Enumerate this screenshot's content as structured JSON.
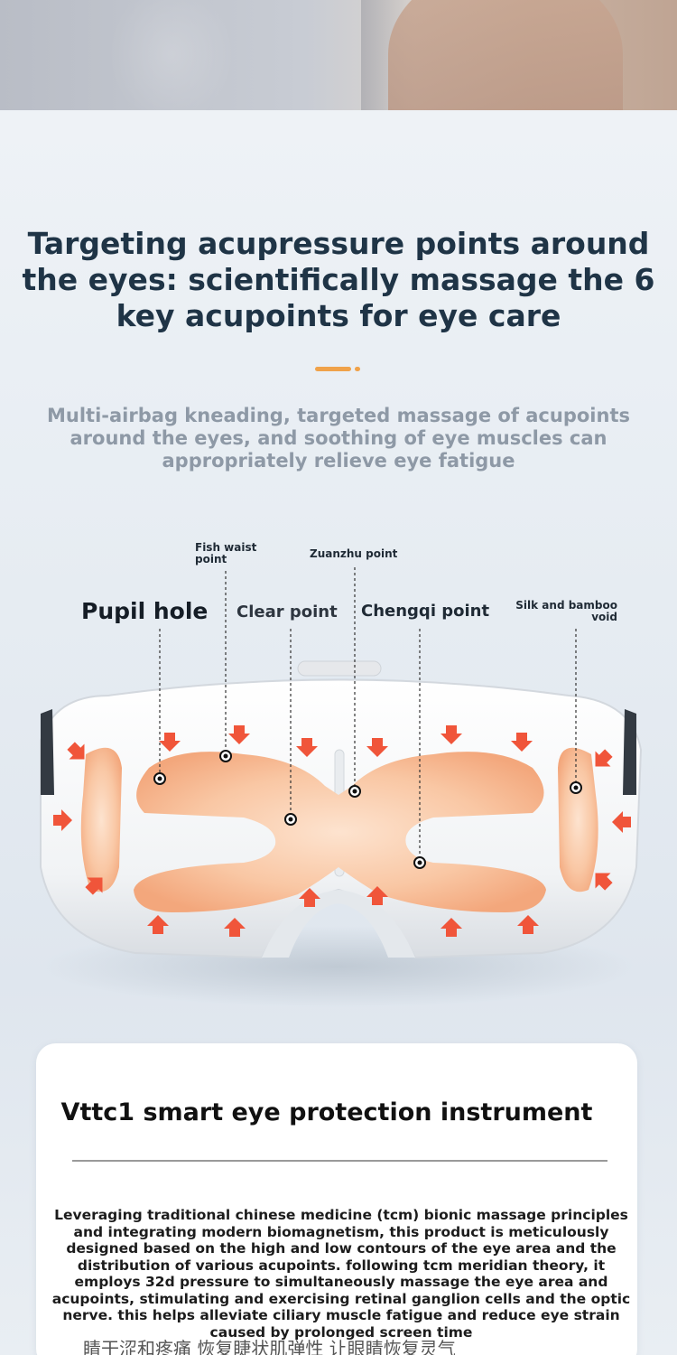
{
  "headline": "Targeting acupressure points around the eyes: scientifically massage the 6 key acupoints for eye care",
  "subheadline": "Multi-airbag kneading, targeted massage of acupoints around the eyes, and soothing of eye muscles can appropriately relieve eye fatigue",
  "labels": {
    "fish_waist": "Fish waist point",
    "zuanzhu": "Zuanzhu point",
    "pupil_hole": "Pupil hole",
    "clear_point": "Clear point",
    "chengqi": "Chengqi point",
    "silk_bamboo": "Silk and bamboo void"
  },
  "card": {
    "title": "Vttc1 smart eye protection instrument",
    "body": "Leveraging traditional chinese medicine (tcm) bionic massage principles and integrating modern biomagnetism, this product is meticulously designed based on the high and low contours of the eye area and the distribution of various acupoints. following tcm meridian theory, it employs 32d pressure to simultaneously massage the eye area and acupoints, stimulating and exercising retinal ganglion cells and the optic nerve. this helps alleviate ciliary muscle fatigue and reduce eye strain caused by prolonged screen time",
    "cn_line": "睛干涩和疼痛   恢复睫状肌弹性   让眼睛恢复灵气"
  },
  "colors": {
    "accent": "#f0a24a",
    "airbag": "#f6b98f",
    "arrow": "#f0553a",
    "headline": "#1f3446",
    "subhead": "#8e99a6"
  }
}
